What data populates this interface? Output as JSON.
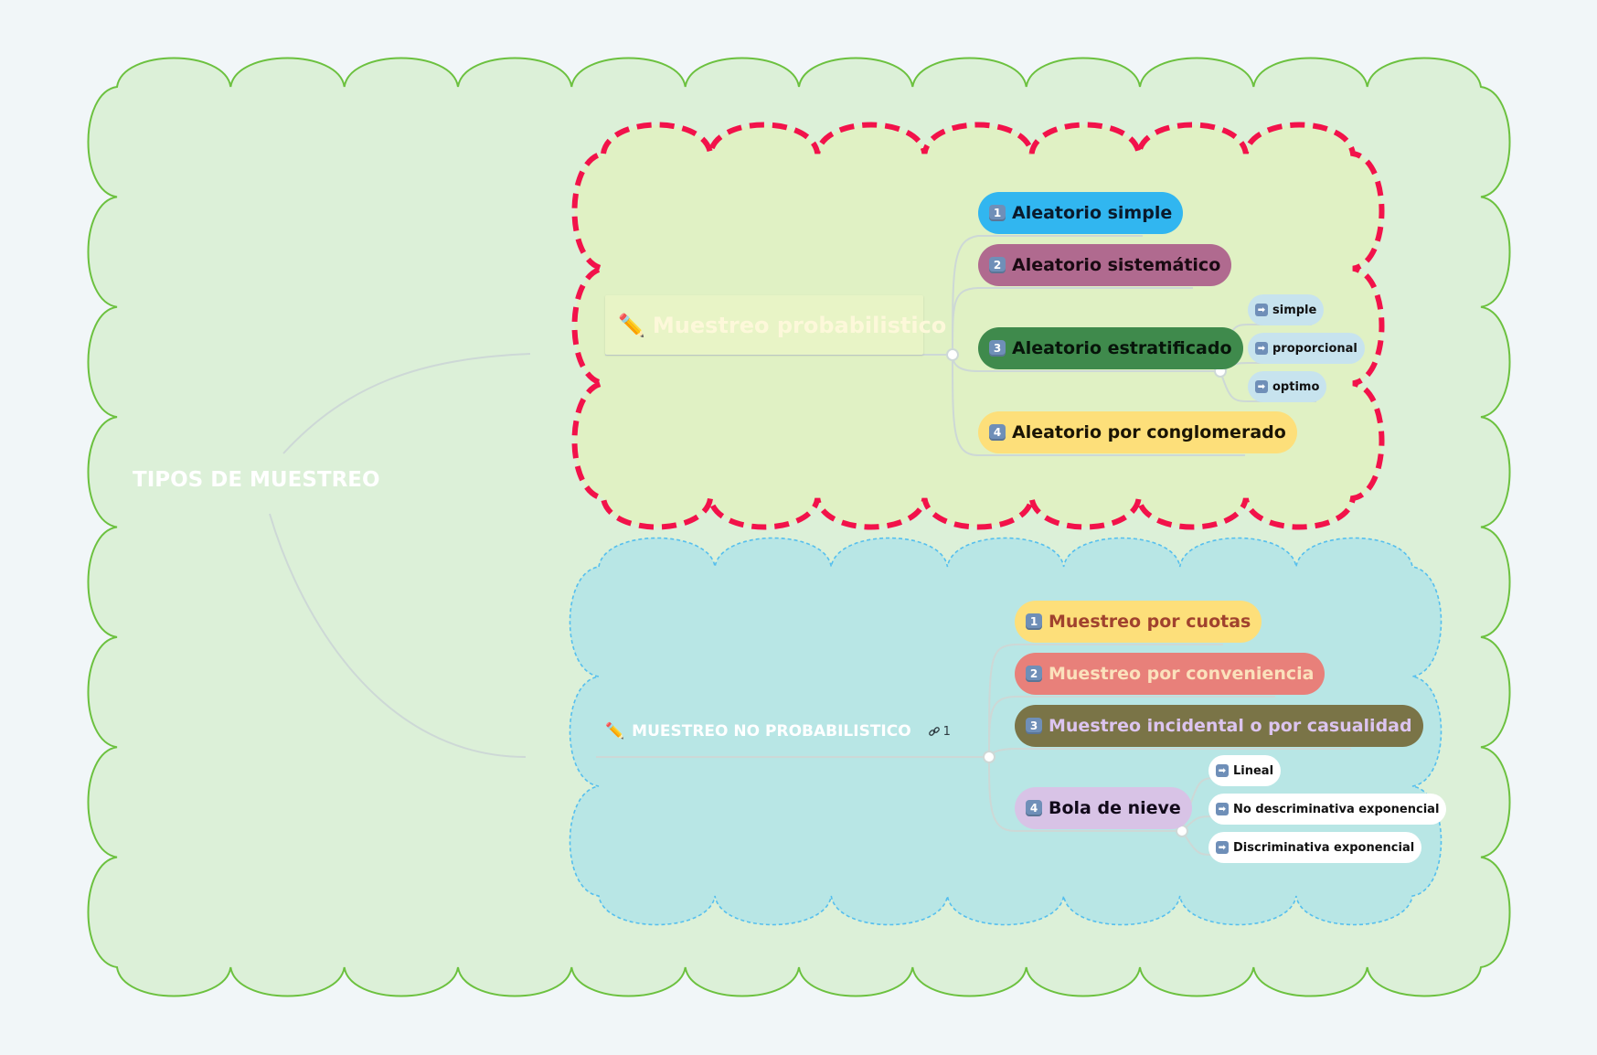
{
  "map": {
    "central_topic": "TIPOS DE MUESTREO",
    "probabilistic": {
      "title": "Muestreo probabilistico",
      "icon": "pencil-icon",
      "items": [
        {
          "num": "1",
          "label": "Aleatorio simple",
          "color": "#31b6f0"
        },
        {
          "num": "2",
          "label": "Aleatorio sistemático",
          "color": "#b06a8f"
        },
        {
          "num": "3",
          "label": "Aleatorio estratificado",
          "color": "#3f8a4c"
        },
        {
          "num": "4",
          "label": "Aleatorio por conglomerado",
          "color": "#fddf7a"
        }
      ],
      "subitems": [
        "simple",
        "proporcional",
        "optimo"
      ]
    },
    "non_probabilistic": {
      "title": "MUESTREO NO PROBABILISTICO",
      "icon": "pencil-icon",
      "link_icon": "link-icon",
      "link_count": "1",
      "items": [
        {
          "num": "1",
          "label": "Muestreo por cuotas",
          "color": "#fddf7a"
        },
        {
          "num": "2",
          "label": "Muestreo por conveniencia",
          "color": "#e8807a"
        },
        {
          "num": "3",
          "label": "Muestreo incidental o por casualidad",
          "color": "#7a7447"
        },
        {
          "num": "4",
          "label": "Bola de nieve",
          "color": "#d8c3e6"
        }
      ],
      "subitems": [
        "Lineal",
        "No descriminativa exponencial",
        "Discriminativa exponencial"
      ]
    }
  },
  "colors": {
    "outer_cloud_fill": "#dcf0d8",
    "outer_cloud_stroke": "#6cc13f",
    "prob_cloud_fill": "#e0f1c4",
    "prob_cloud_stroke": "#f2124a",
    "nonprob_cloud_fill": "#b8e6e5",
    "nonprob_cloud_stroke": "#55bfee",
    "branch_line": "#cdd8d6",
    "prob_subitem_fill": "#c7e3ee"
  }
}
